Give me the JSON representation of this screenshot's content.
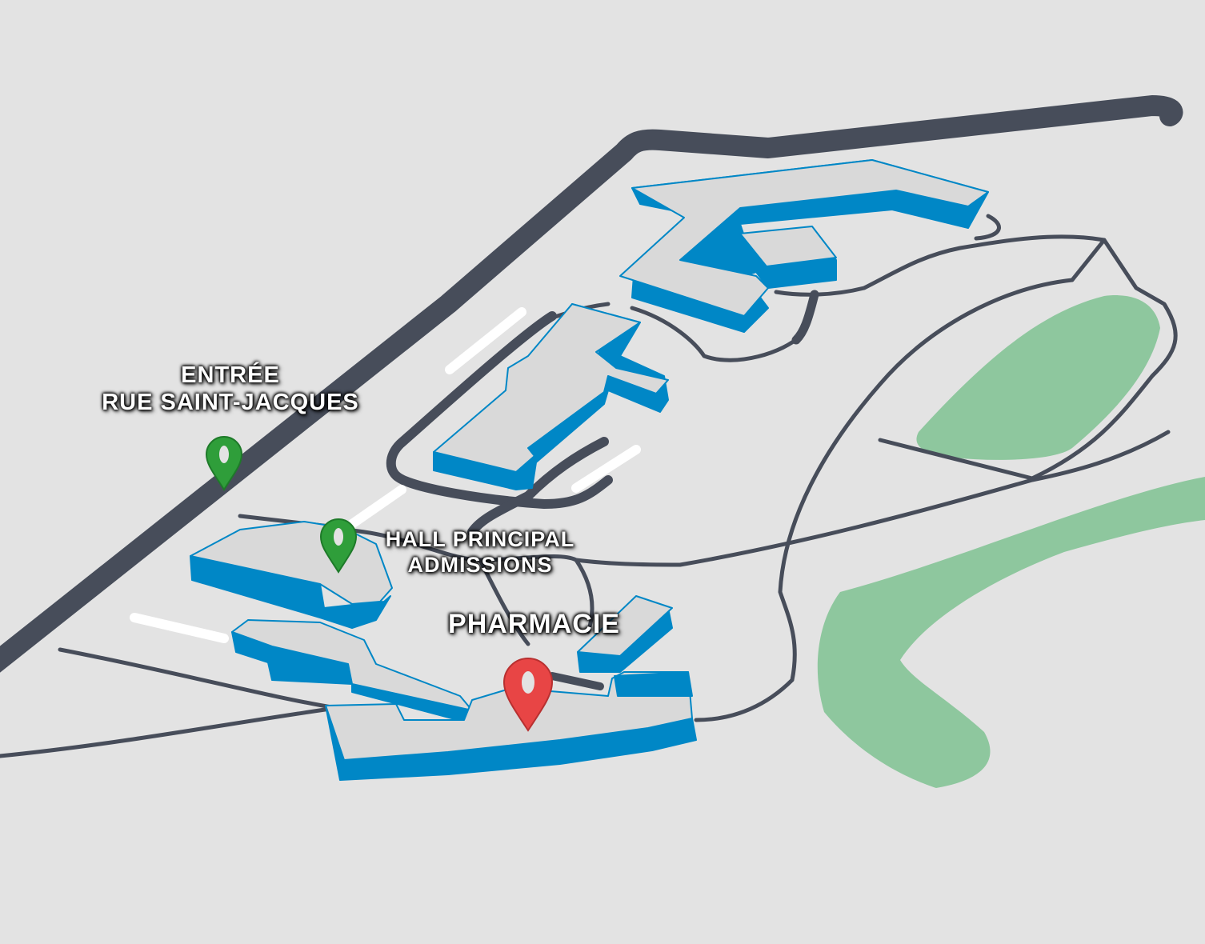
{
  "map": {
    "colors": {
      "background": "#e3e3e3",
      "main_road": "#474d5a",
      "path": "#474d5a",
      "building_top": "#d9d9d9",
      "building_side": "#0087c6",
      "green_area": "#8ec79e",
      "parking_stripe": "#ffffff",
      "marker_entrance": "#2f9e3a",
      "marker_target": "#e84545",
      "label_text": "#ffffff"
    },
    "markers": [
      {
        "id": "entree",
        "type": "entrance",
        "icon": "location-pin-icon",
        "color": "#2f9e3a",
        "lines": [
          "ENTRÉE",
          "RUE SAINT-JACQUES"
        ]
      },
      {
        "id": "hall",
        "type": "entrance",
        "icon": "location-pin-icon",
        "color": "#2f9e3a",
        "lines": [
          "HALL PRINCIPAL",
          "ADMISSIONS"
        ]
      },
      {
        "id": "pharmacie",
        "type": "destination",
        "icon": "location-pin-icon",
        "color": "#e84545",
        "lines": [
          "PHARMACIE"
        ]
      }
    ]
  }
}
